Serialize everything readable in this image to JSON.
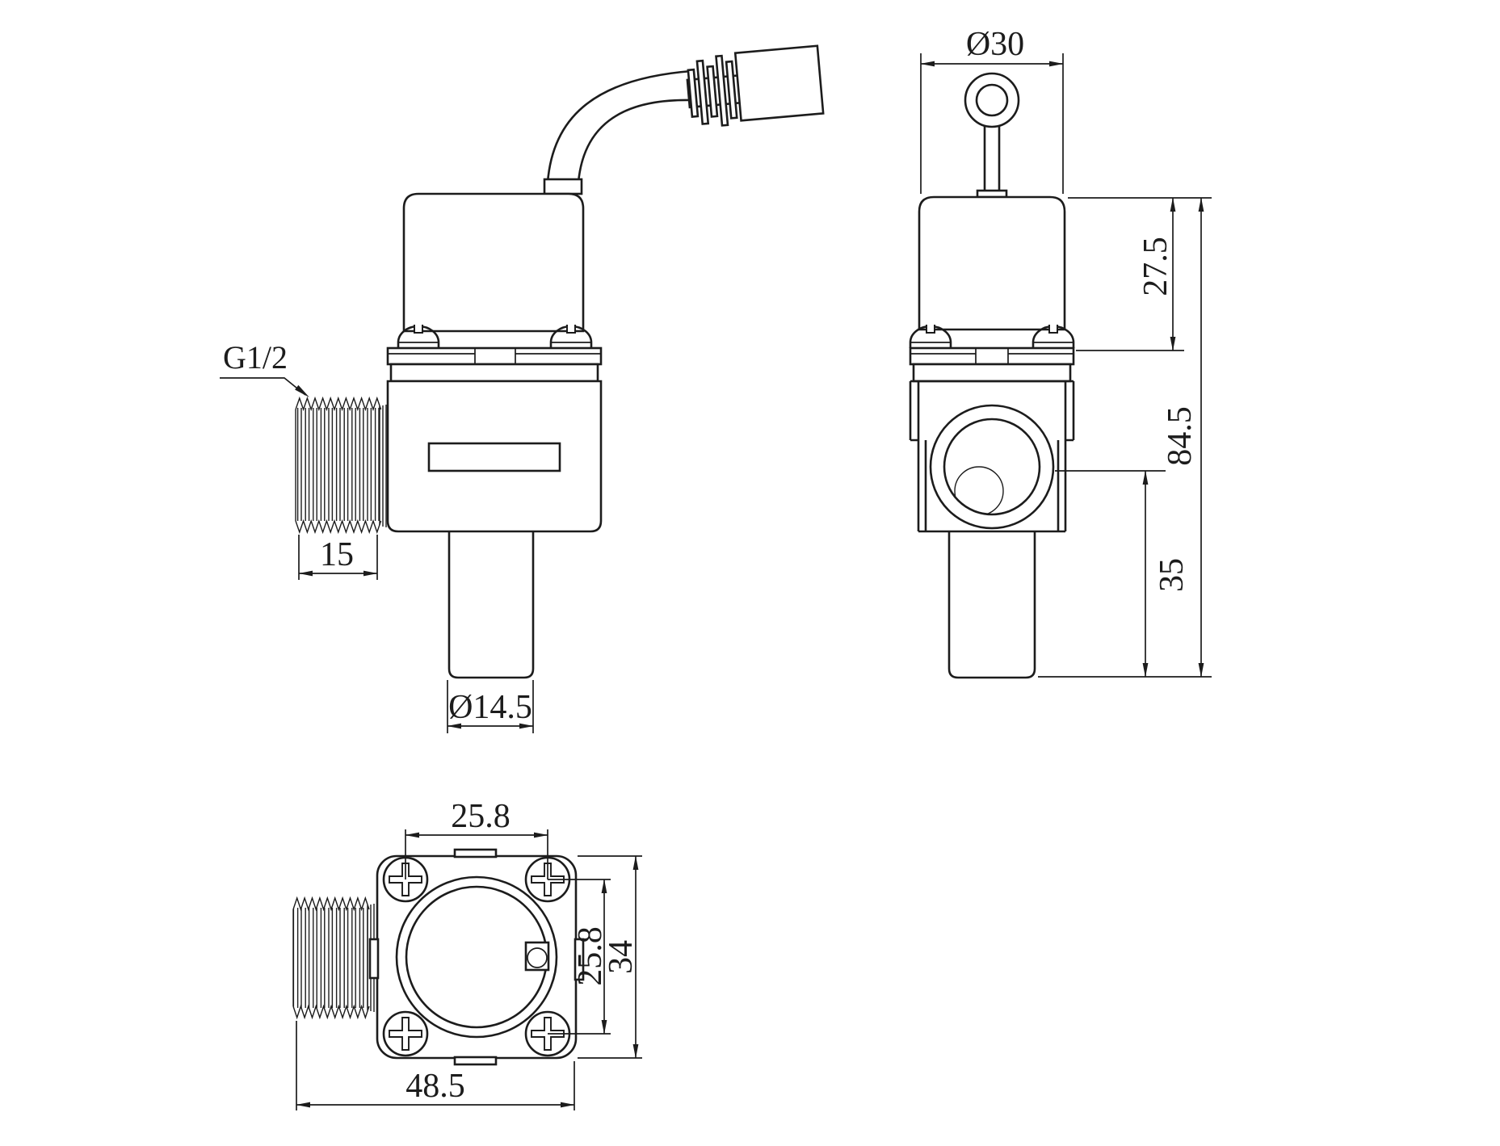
{
  "document": {
    "type": "technical drawing",
    "subject": "solenoid valve with cable connector - three orthographic views",
    "background_color": "#ffffff",
    "line_color": "#1c1c1c"
  },
  "side_view": {
    "name": "side view with cable",
    "thread_spec": "G1/2",
    "thread_length_mm": "15",
    "outlet_diameter_mm": "Ø14.5"
  },
  "front_view": {
    "name": "front view",
    "ring_diameter_mm": "Ø30",
    "coil_height_mm": "27.5",
    "overall_height_mm": "84.5",
    "outlet_section_mm": "35"
  },
  "bottom_view": {
    "name": "bottom view",
    "screw_spacing_x_mm": "25.8",
    "screw_spacing_y_mm": "25.8",
    "body_side_mm": "34",
    "overall_length_mm": "48.5"
  }
}
